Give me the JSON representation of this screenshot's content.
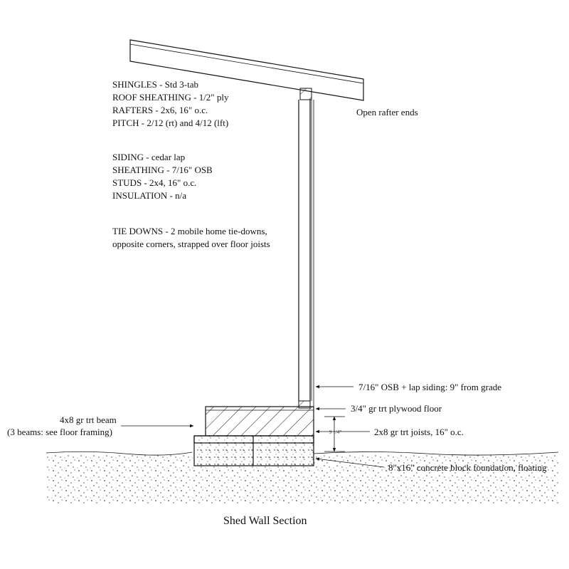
{
  "notes": {
    "roof": [
      "SHINGLES - Std 3-tab",
      "ROOF SHEATHING - 1/2\" ply",
      "RAFTERS - 2x6, 16\" o.c.",
      "PITCH - 2/12 (rt) and 4/12 (lft)"
    ],
    "wall": [
      "SIDING - cedar lap",
      "SHEATHING - 7/16\" OSB",
      "STUDS - 2x4, 16\" o.c.",
      "INSULATION - n/a"
    ],
    "tiedowns": [
      "TIE DOWNS - 2 mobile home tie-downs,",
      "opposite corners, strapped over floor joists"
    ]
  },
  "callouts": {
    "rafter_ends": "Open rafter ends",
    "siding": "7/16\" OSB + lap siding: 9\" from grade",
    "floor": "3/4\" gr trt plywood floor",
    "joists": "2x8 gr trt joists, 16\" o.c.",
    "foundation": "8\"x16\" concrete block foundation, floating",
    "beam_line1": "4x8 gr trt beam",
    "beam_line2": "(3 beams: see floor framing)",
    "clearance": "9 1/4\""
  },
  "title": "Shed Wall Section"
}
